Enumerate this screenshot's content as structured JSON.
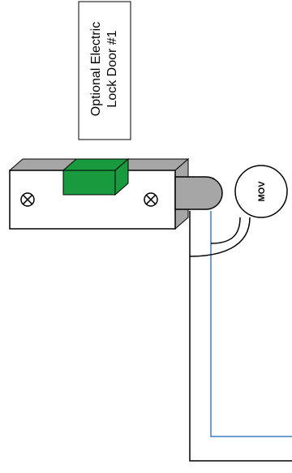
{
  "label_box": {
    "line1": "Optional Electric",
    "line2": "Lock Door #1"
  },
  "mov": {
    "text": "MOV"
  },
  "colors": {
    "lock_body": "#ffffff",
    "lock_top": "#a6a6a6",
    "strike_block": "#1a9a3f",
    "plug": "#a6a6a6",
    "wire_black": "#000000",
    "wire_blue": "#3a7fc8"
  },
  "icons": {
    "screw": "crossed-circle-screw-icon"
  }
}
